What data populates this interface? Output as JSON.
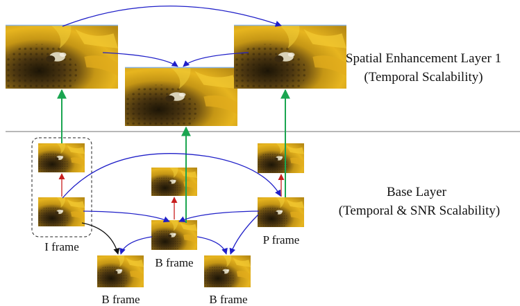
{
  "layers": {
    "enhancement": {
      "line1": "Spatial Enhancement Layer 1",
      "line2": "(Temporal Scalability)"
    },
    "base": {
      "line1": "Base Layer",
      "line2": "(Temporal  & SNR Scalability)"
    }
  },
  "frame_labels": {
    "i_frame": "I frame",
    "p_frame": "P frame",
    "b_frame_center": "B frame",
    "b_frame_left": "B frame",
    "b_frame_right": "B frame"
  },
  "colors": {
    "background": "#ffffff",
    "divider": "#8c8c8c",
    "temporal_arrow": "#1f1fc8",
    "spatial_arrow": "#1aa550",
    "snr_arrow": "#c81e1e",
    "black_arrow": "#111111",
    "frame_top_edge": "#8ab4e6"
  },
  "thumbnail": "sunflower-with-bee"
}
